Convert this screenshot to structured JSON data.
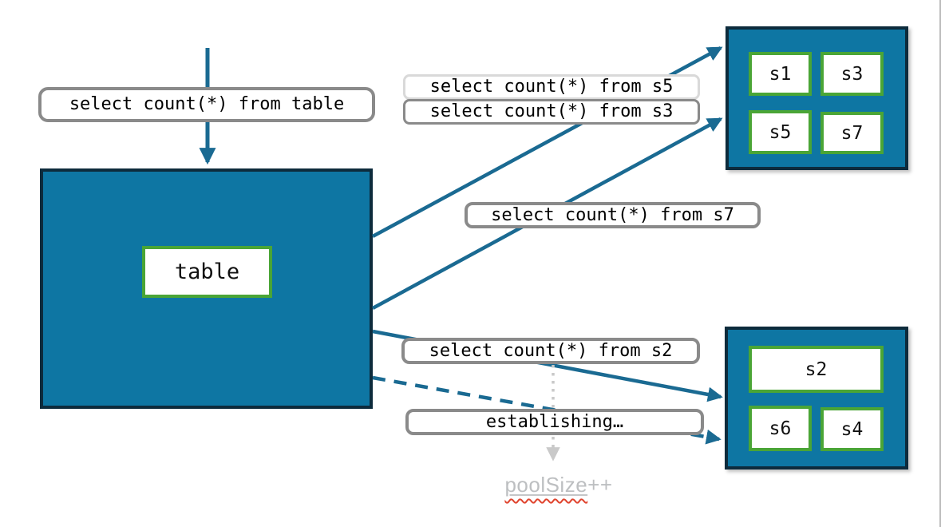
{
  "diagram": {
    "query_table_label": "select count(*) from table",
    "table_box_label": "table",
    "queries": {
      "s5": "select count(*) from s5",
      "s3": "select count(*) from s3",
      "s7": "select count(*) from s7",
      "s2": "select count(*) from s2"
    },
    "status_label": "establishing…",
    "pool_note": {
      "word": "poolSize",
      "suffix": "++"
    },
    "pools": {
      "top": {
        "shards": [
          "s1",
          "s3",
          "s5",
          "s7"
        ]
      },
      "bottom": {
        "shards": [
          "s2",
          "s6",
          "s4"
        ]
      }
    },
    "colors": {
      "teal_fill": "#0e76a3",
      "dark_border": "#0d2b3c",
      "green_border": "#4aa536",
      "arrow_teal": "#1a6a92",
      "label_border_gray": "#8a8a8a",
      "label_border_light": "#d9d9d9",
      "muted_text": "#bdbfc1",
      "dotted_arrow_gray": "#c9c9c9",
      "squiggle_red": "#e0442e"
    }
  }
}
